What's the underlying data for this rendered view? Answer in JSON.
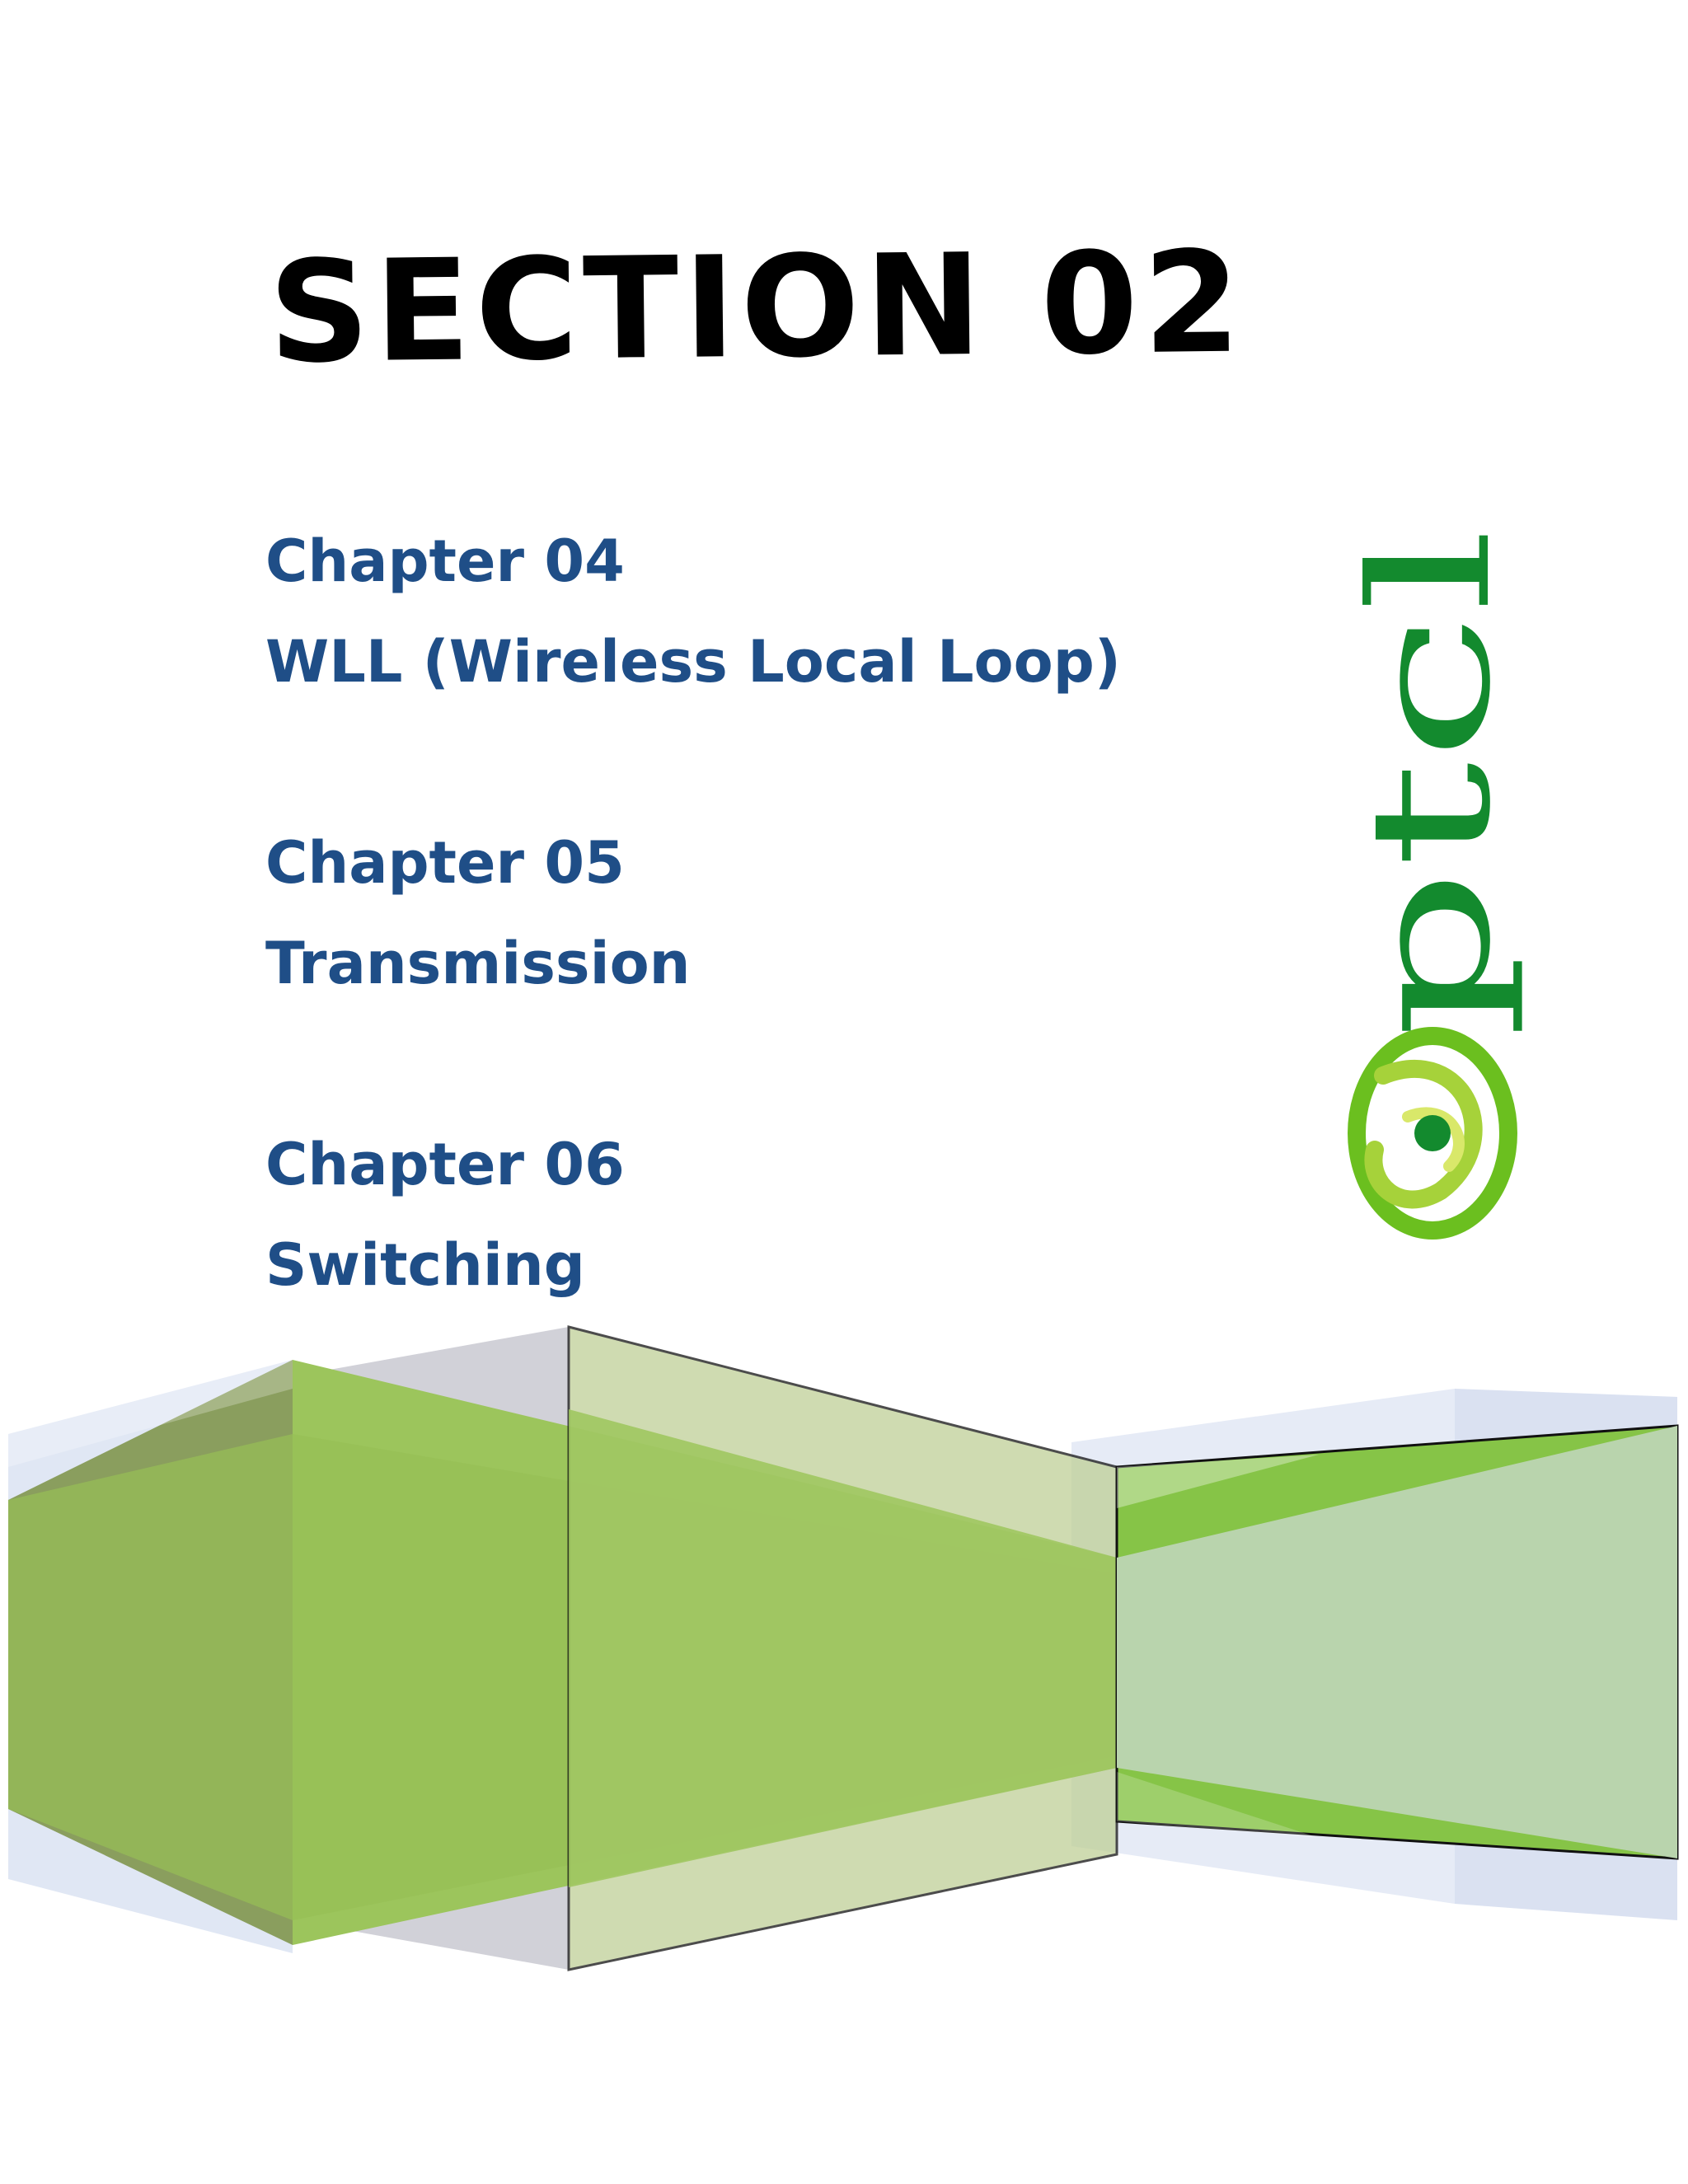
{
  "section": {
    "title": "SECTION 02"
  },
  "chapters": [
    {
      "number": "Chapter 04",
      "name": "WLL (Wireless Local Loop)"
    },
    {
      "number": "Chapter 05",
      "name": "Transmission"
    },
    {
      "number": "Chapter 06",
      "name": "Switching"
    }
  ],
  "logo": {
    "text": "ptcl",
    "icon": "ptcl-swirl-logo",
    "colors": {
      "wordmark": "#138a2e",
      "swirl_outer": "#6bbf1f",
      "swirl_inner": "#c8e04a"
    }
  },
  "decoration": {
    "icon": "green-ribbon-panels",
    "colors": {
      "dark_green": "#8a9e5e",
      "mid_green": "#9cc55c",
      "light_green": "#bfcf97",
      "bright_green": "#86c447",
      "pale_green": "#b9d4ad",
      "pale_blue": "#dbe3f2",
      "grey": "#cfcfd6"
    }
  }
}
